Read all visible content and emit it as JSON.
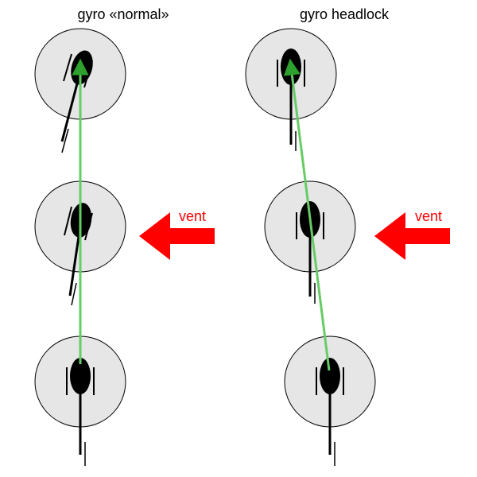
{
  "panels": {
    "normal": {
      "title": "gyro «normal»"
    },
    "headlock": {
      "title": "gyro headlock"
    }
  },
  "wind": {
    "label": "vent"
  },
  "colors": {
    "disc_fill": "#e6e6e6",
    "disc_stroke": "#000000",
    "heli": "#000000",
    "path": "#66cc66",
    "wind": "#ff0000"
  },
  "icons": {
    "helicopter": "helicopter-icon",
    "wind_arrow": "wind-arrow-icon",
    "path": "trajectory-line"
  }
}
